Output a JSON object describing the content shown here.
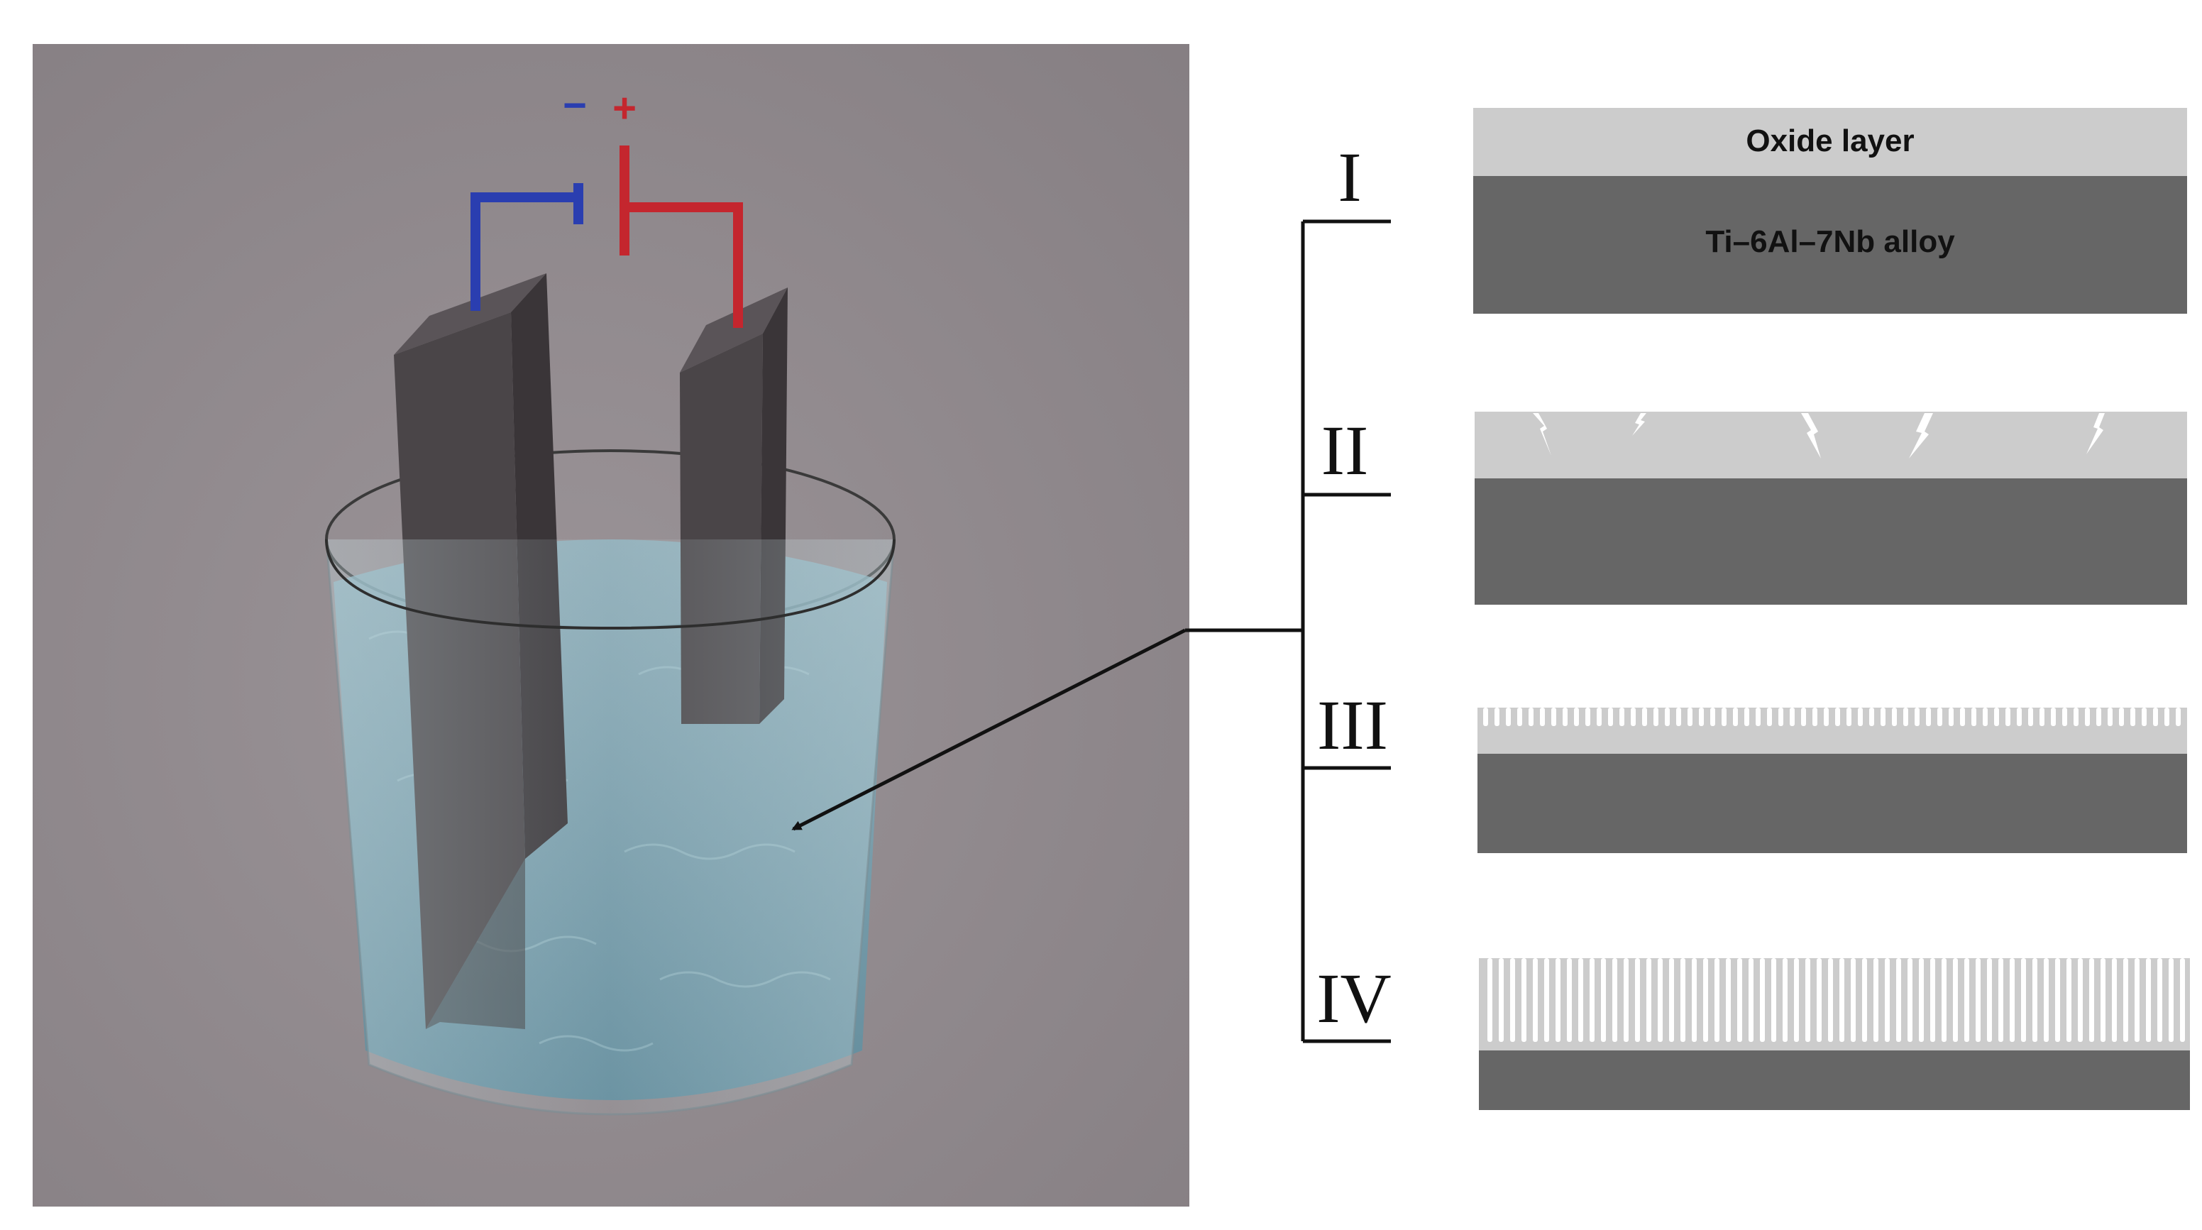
{
  "polarity": {
    "negative": "−",
    "positive": "+"
  },
  "stages": [
    {
      "label": "I",
      "description": "intact oxide layer"
    },
    {
      "label": "II",
      "description": "oxide layer with cracks"
    },
    {
      "label": "III",
      "description": "pore initiation"
    },
    {
      "label": "IV",
      "description": "nanotube array"
    }
  ],
  "layers": {
    "oxide_label": "Oxide layer",
    "alloy_label": "Ti–6Al–7Nb alloy"
  },
  "colors": {
    "background_photo": "#928b8f",
    "electrode": "#4a4548",
    "negative_wire": "#2a3eb0",
    "positive_wire": "#c4262e",
    "electrolyte": "#7aa7b5",
    "oxide": "#cccccc",
    "alloy": "#666666",
    "connector": "#111111"
  }
}
